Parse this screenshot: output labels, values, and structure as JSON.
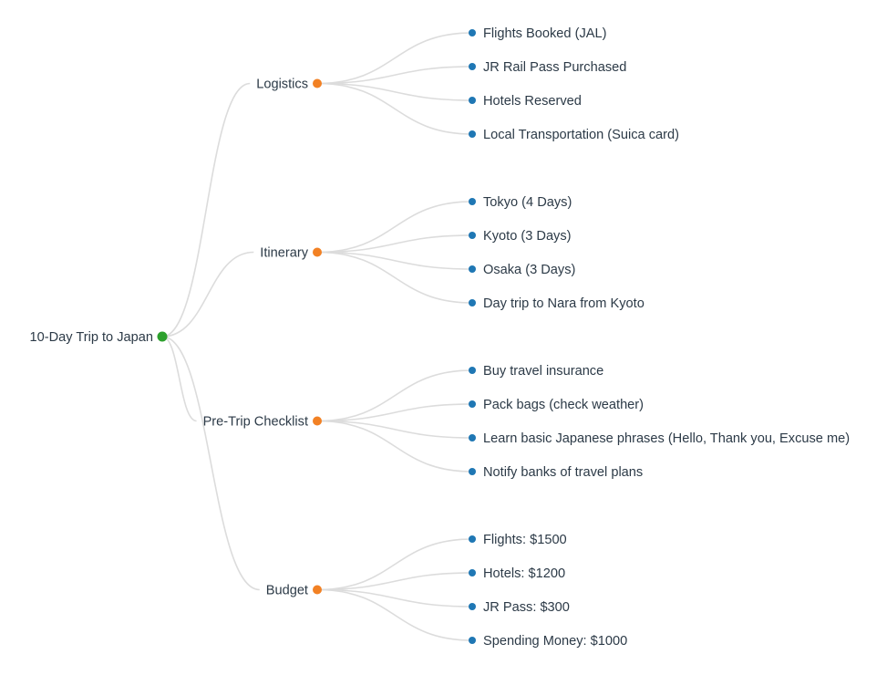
{
  "mindmap": {
    "root": {
      "label": "10-Day Trip to Japan"
    },
    "branches": [
      {
        "label": "Logistics",
        "children": [
          "Flights Booked (JAL)",
          "JR Rail Pass Purchased",
          "Hotels Reserved",
          "Local Transportation (Suica card)"
        ]
      },
      {
        "label": "Itinerary",
        "children": [
          "Tokyo (4 Days)",
          "Kyoto (3 Days)",
          "Osaka (3 Days)",
          "Day trip to Nara from Kyoto"
        ]
      },
      {
        "label": "Pre-Trip Checklist",
        "children": [
          "Buy travel insurance",
          "Pack bags (check weather)",
          "Learn basic Japanese phrases (Hello, Thank you, Excuse me)",
          "Notify banks of travel plans"
        ]
      },
      {
        "label": "Budget",
        "children": [
          "Flights: $1500",
          "Hotels: $1200",
          "JR Pass: $300",
          "Spending Money: $1000"
        ]
      }
    ],
    "colors": {
      "root_dot": "#2ca02c",
      "branch_dot": "#f28124",
      "leaf_dot": "#1f77b4",
      "link": "#dcdcdc",
      "text": "#2c3a47"
    }
  }
}
